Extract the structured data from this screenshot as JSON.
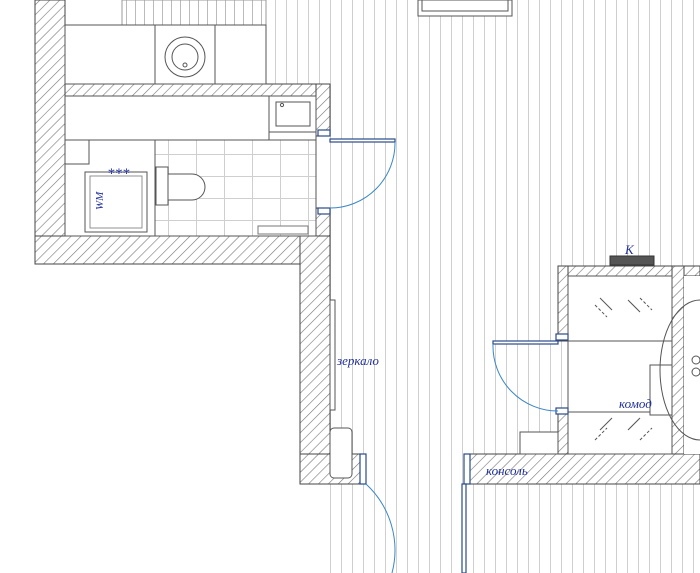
{
  "labels": {
    "stars": "***",
    "wm": "WM",
    "mirror": "зеркало",
    "k": "K",
    "dresser": "комод",
    "console": "консоль"
  },
  "colors": {
    "label": "#1f2f9a",
    "door_swing": "#3a86c8",
    "door_frame": "#2a4a8a",
    "wall_hatch": "#777777",
    "floor_lines": "#cfcfcf"
  }
}
